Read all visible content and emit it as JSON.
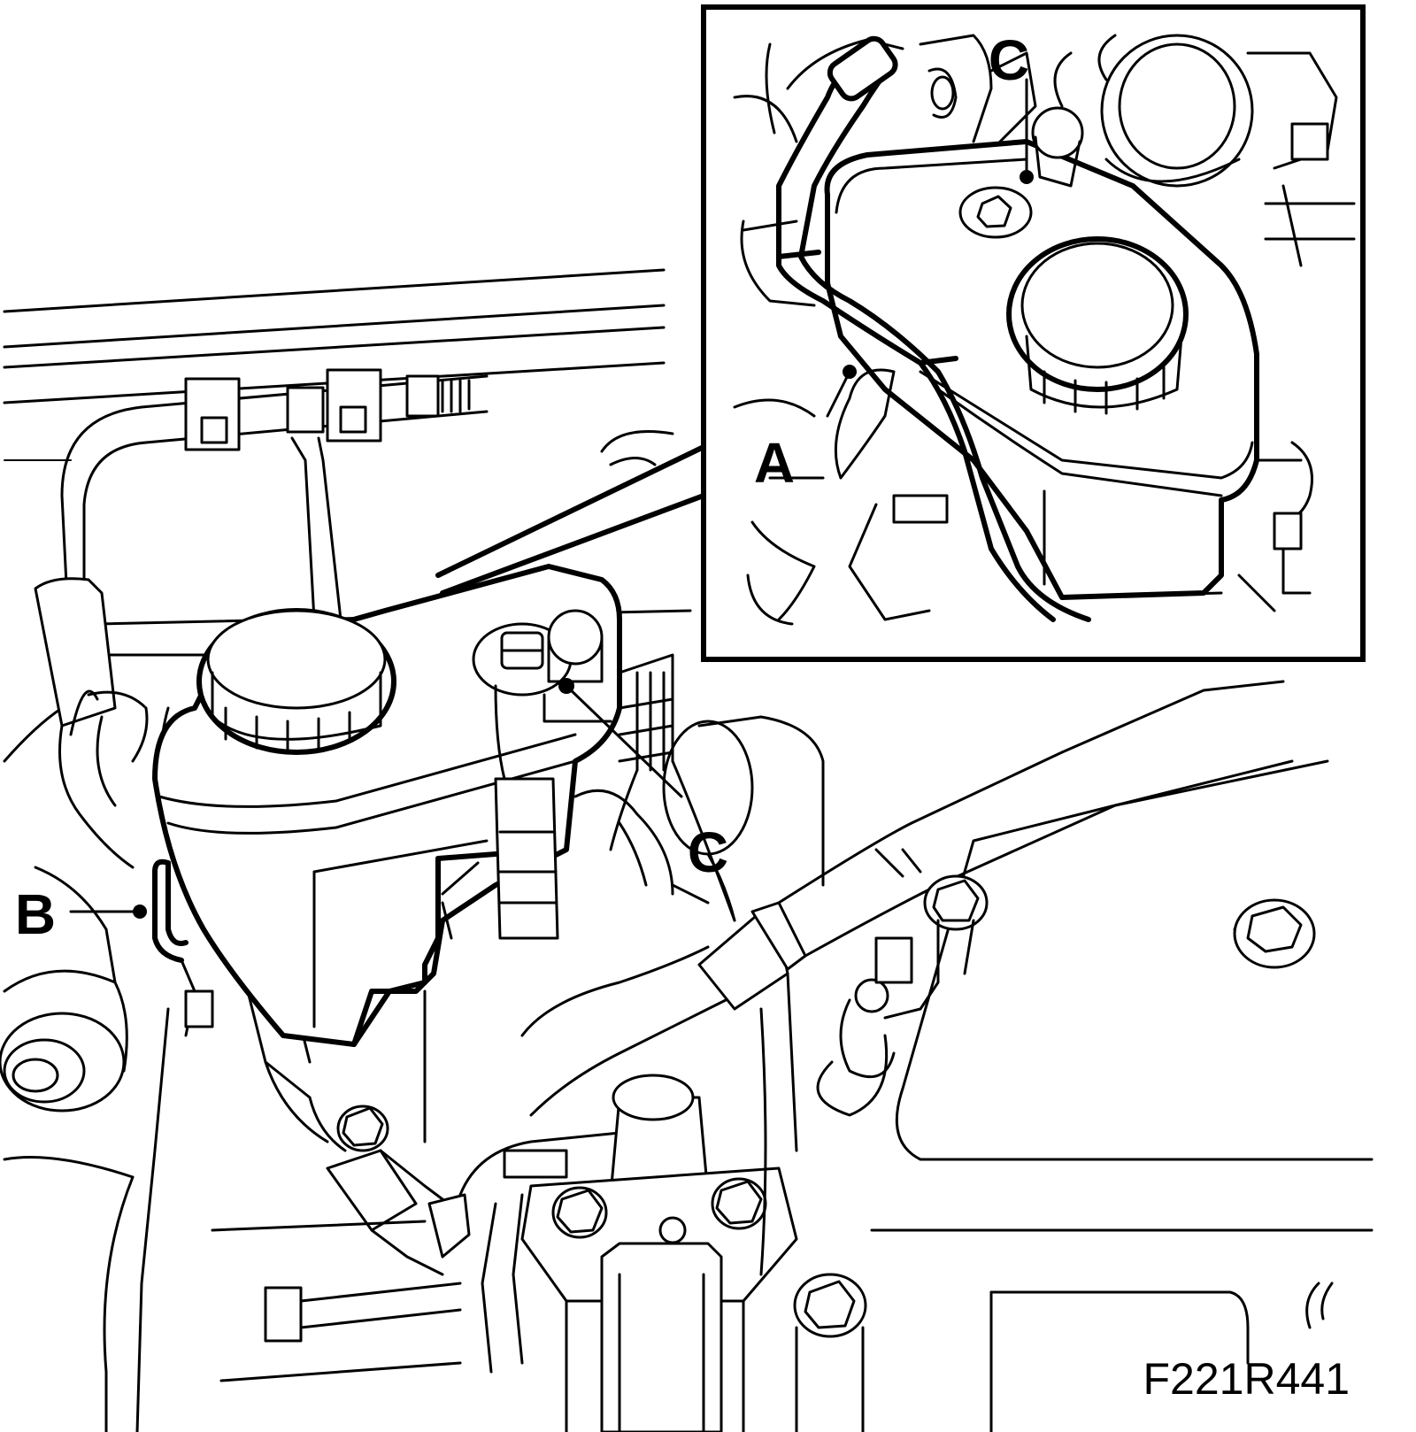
{
  "figure_code": "F221R441",
  "callouts": {
    "a": "A",
    "b": "B",
    "c_main": "C",
    "c_inset": "C"
  }
}
